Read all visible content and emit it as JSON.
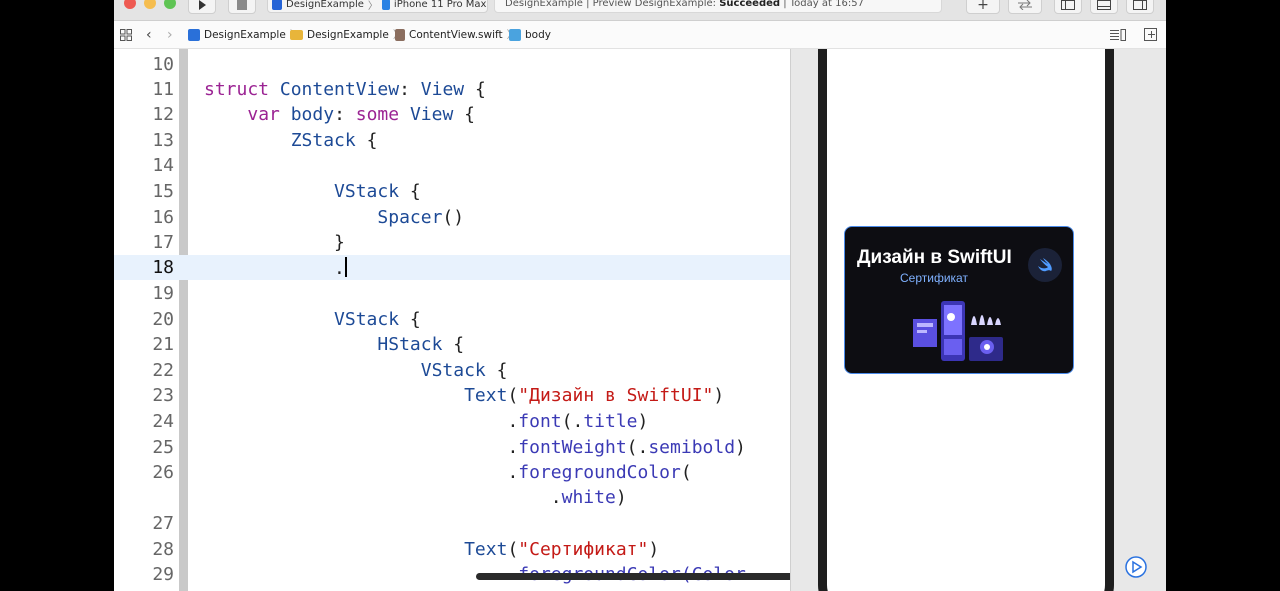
{
  "toolbar": {
    "scheme_target": "DesignExample",
    "scheme_device": "iPhone 11 Pro Max",
    "status_prefix": "DesignExample | Preview DesignExample: ",
    "status_state": "Succeeded",
    "status_suffix": " | Today at 16:57",
    "add_label": "+"
  },
  "jumpbar": {
    "items": [
      "DesignExample",
      "DesignExample",
      "ContentView.swift",
      "body"
    ]
  },
  "editor": {
    "current_line": 18,
    "lines": [
      {
        "n": "10"
      },
      {
        "n": "11"
      },
      {
        "n": "12"
      },
      {
        "n": "13"
      },
      {
        "n": "14"
      },
      {
        "n": "15"
      },
      {
        "n": "16"
      },
      {
        "n": "17"
      },
      {
        "n": "18"
      },
      {
        "n": "19"
      },
      {
        "n": "20"
      },
      {
        "n": "21"
      },
      {
        "n": "22"
      },
      {
        "n": "23"
      },
      {
        "n": "24"
      },
      {
        "n": "25"
      },
      {
        "n": "26"
      },
      {
        "n": ""
      },
      {
        "n": "27"
      },
      {
        "n": "28"
      },
      {
        "n": "29"
      }
    ],
    "code": {
      "l11_kw": "struct",
      "l11_name": "ContentView",
      "l11_colon": ": ",
      "l11_type": "View",
      "l11_brace": " {",
      "l12_kw1": "var",
      "l12_name": " body",
      "l12_colon": ": ",
      "l12_kw2": "some",
      "l12_type": " View",
      "l12_brace": " {",
      "l13_type": "ZStack",
      "l13_brace": " {",
      "l15_type": "VStack",
      "l15_brace": " {",
      "l16_type": "Spacer",
      "l16_paren": "()",
      "l17_brace": "}",
      "l18_dot": ".",
      "l20_type": "VStack",
      "l20_brace": " {",
      "l21_type": "HStack",
      "l21_brace": " {",
      "l22_type": "VStack",
      "l22_brace": " {",
      "l23_type": "Text",
      "l23_open": "(",
      "l23_str": "\"Дизайн в SwiftUI\"",
      "l23_close": ")",
      "l24_dot": ".",
      "l24_fn": "font",
      "l24_open": "(.",
      "l24_arg": "title",
      "l24_close": ")",
      "l25_dot": ".",
      "l25_fn": "fontWeight",
      "l25_open": "(.",
      "l25_arg": "semibold",
      "l25_close": ")",
      "l26_dot": ".",
      "l26_fn": "foregroundColor",
      "l26_open": "(",
      "l26b_dot": ".",
      "l26b_arg": "white",
      "l26b_close": ")",
      "l28_type": "Text",
      "l28_open": "(",
      "l28_str": "\"Сертификат\"",
      "l28_close": ")",
      "l29_text": ".foregroundColor(Color"
    }
  },
  "preview": {
    "card_title": "Дизайн в SwiftUI",
    "card_subtitle": "Сертификат",
    "logo_icon": "swift-logo-icon",
    "accent": "#4b8bea"
  },
  "colors": {
    "keyword": "#9b2393",
    "type": "#1d4a96",
    "string": "#c41a16",
    "method": "#3b3ab5"
  }
}
